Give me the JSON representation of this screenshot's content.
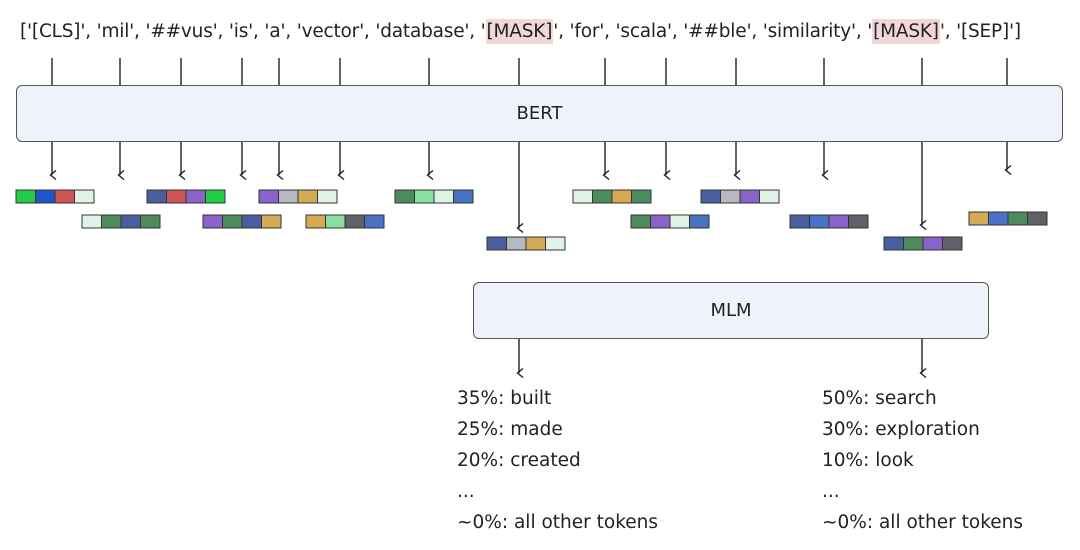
{
  "sequence": {
    "open": "[",
    "close": "]",
    "tokens": [
      "[CLS]",
      "mil",
      "##vus",
      "is",
      "a",
      "vector",
      "database",
      "[MASK]",
      "for",
      "scala",
      "##ble",
      "similarity",
      "[MASK]",
      "[SEP]"
    ]
  },
  "boxes": {
    "bert": "BERT",
    "mlm": "MLM"
  },
  "predictions": {
    "left": [
      "35%: built",
      "25%: made",
      "20%: created",
      "...",
      "~0%: all other tokens"
    ],
    "right": [
      "50%: search",
      "30%: exploration",
      "10%: look",
      "...",
      "~0%: all other tokens"
    ]
  },
  "palette": {
    "bright_green": "#22cc44",
    "blue": "#1f55cc",
    "red": "#cc5555",
    "mint": "#dff2e6",
    "slate_blue": "#4a5fa0",
    "purple": "#8a63c9",
    "gray": "#b8b8c0",
    "gold": "#d4aa55",
    "green": "#4c8c5c",
    "light_green": "#88e0a0",
    "dark_gray": "#606068",
    "mid_blue": "#4a72c4",
    "box_fill": "#eef2fb",
    "mask_highlight": "#f3d7d8"
  }
}
